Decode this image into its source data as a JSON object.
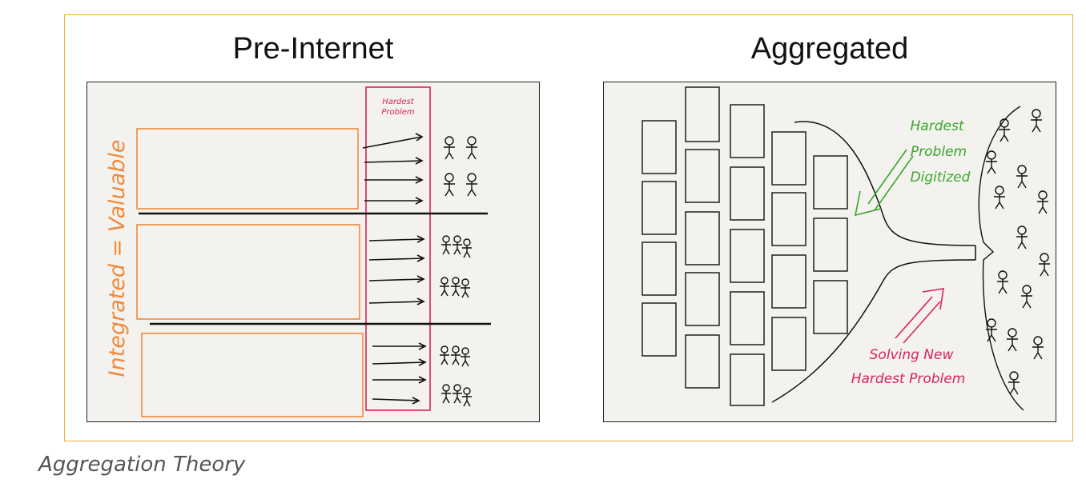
{
  "figure": {
    "caption": "Aggregation Theory"
  },
  "left_panel": {
    "title": "Pre-Internet",
    "side_label": "Integrated = Valuable",
    "column_label_line1": "Hardest",
    "column_label_line2": "Problem",
    "colors": {
      "supplier_box": "#f08a3c",
      "hardest_column": "#d8245a",
      "ink": "#111111"
    }
  },
  "right_panel": {
    "title": "Aggregated",
    "upper_label_line1": "Hardest",
    "upper_label_line2": "Problem",
    "upper_label_line3": "Digitized",
    "lower_label_line1": "Solving New",
    "lower_label_line2": "Hardest Problem",
    "colors": {
      "upper_label": "#3aa52a",
      "lower_label": "#d8245a",
      "ink": "#111111"
    }
  }
}
